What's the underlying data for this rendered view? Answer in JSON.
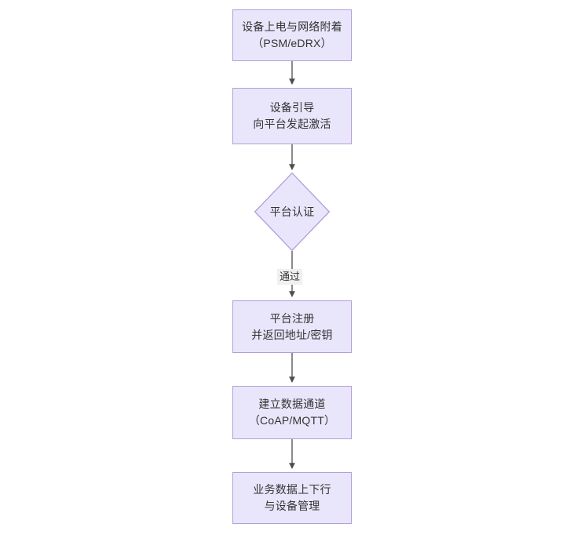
{
  "diagram": {
    "type": "flowchart",
    "orientation": "top-to-bottom",
    "background_color": "#ffffff",
    "node_fill_color": "#e9e6fb",
    "node_border_color": "#b39ddb",
    "edge_color": "#4d4d4d",
    "text_color": "#333333",
    "edge_label_background": "#f0f0f0",
    "nodes": [
      {
        "id": "n1",
        "shape": "rectangle",
        "text": "设备上电与网络附着\n（PSM/eDRX）",
        "line1": "设备上电与网络附着",
        "line2": "（PSM/eDRX）"
      },
      {
        "id": "n2",
        "shape": "rectangle",
        "text": "设备引导\n向平台发起激活",
        "line1": "设备引导",
        "line2": "向平台发起激活"
      },
      {
        "id": "n3",
        "shape": "diamond",
        "text": "平台认证",
        "line1": "平台认证",
        "line2": ""
      },
      {
        "id": "n4",
        "shape": "rectangle",
        "text": "平台注册\n并返回地址/密钥",
        "line1": "平台注册",
        "line2": "并返回地址/密钥"
      },
      {
        "id": "n5",
        "shape": "rectangle",
        "text": "建立数据通道\n（CoAP/MQTT）",
        "line1": "建立数据通道",
        "line2": "（CoAP/MQTT）"
      },
      {
        "id": "n6",
        "shape": "rectangle",
        "text": "业务数据上下行\n与设备管理",
        "line1": "业务数据上下行",
        "line2": "与设备管理"
      }
    ],
    "edges": [
      {
        "from": "n1",
        "to": "n2",
        "label": ""
      },
      {
        "from": "n2",
        "to": "n3",
        "label": ""
      },
      {
        "from": "n3",
        "to": "n4",
        "label": "通过"
      },
      {
        "from": "n4",
        "to": "n5",
        "label": ""
      },
      {
        "from": "n5",
        "to": "n6",
        "label": ""
      }
    ]
  }
}
